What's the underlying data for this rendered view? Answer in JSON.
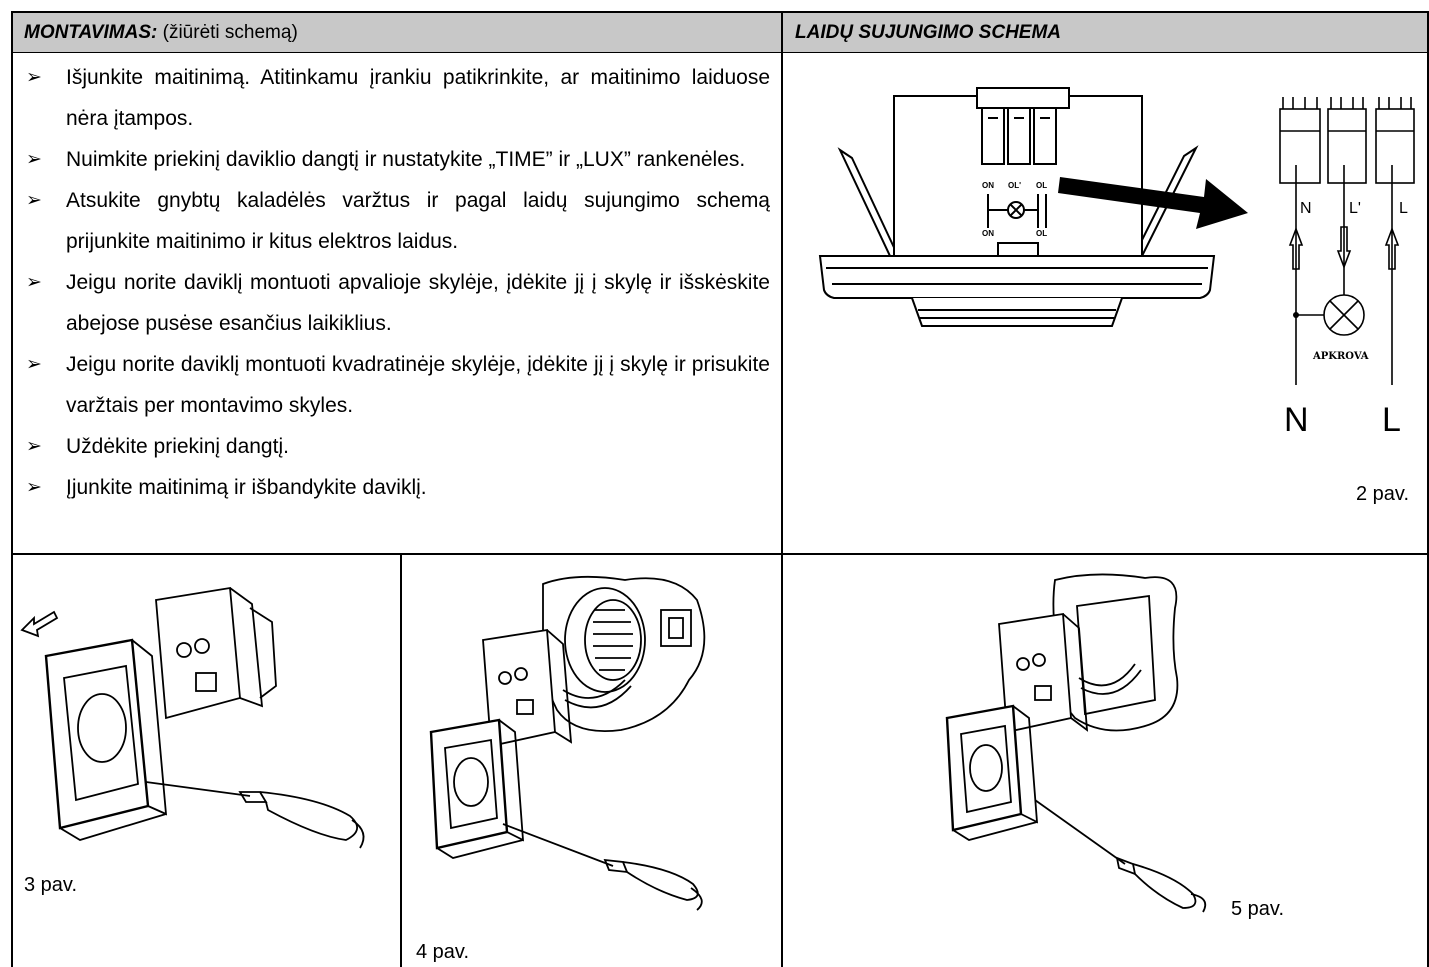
{
  "header": {
    "left_bold": "MONTAVIMAS:",
    "left_normal": " (žiūrėti schemą)",
    "right": "LAIDŲ SUJUNGIMO SCHEMA"
  },
  "steps": [
    "Išjunkite maitinimą. Atitinkamu įrankiu patikrinkite, ar maitinimo laiduose nėra įtampos.",
    "Nuimkite priekinį daviklio dangtį ir nustatykite „TIME” ir „LUX” rankenėles.",
    "Atsukite gnybtų kaladėlės varžtus ir pagal laidų sujungimo schemą prijunkite maitinimo ir kitus elektros laidus.",
    "Jeigu norite daviklį montuoti apvalioje skylėje, įdėkite jį į skylę ir išskėskite abejose pusėse esančius laikiklius.",
    "Jeigu norite daviklį montuoti kvadratinėje skylėje, įdėkite jį į skylę ir prisukite varžtais per montavimo skyles.",
    "Uždėkite priekinį dangtį.",
    "Įjunkite maitinimą ir išbandykite daviklį."
  ],
  "bullet_glyph": "➢",
  "diagram": {
    "terminal_labels": [
      "N",
      "L'",
      "L"
    ],
    "sensor_labels": [
      "ON",
      "OL'",
      "OL",
      "ON",
      "OL"
    ],
    "load_label": "APKROVA",
    "supply_labels": [
      "N",
      "L"
    ]
  },
  "captions": {
    "fig2": "2 pav.",
    "fig3": "3 pav.",
    "fig4": "4 pav.",
    "fig5": "5 pav."
  }
}
